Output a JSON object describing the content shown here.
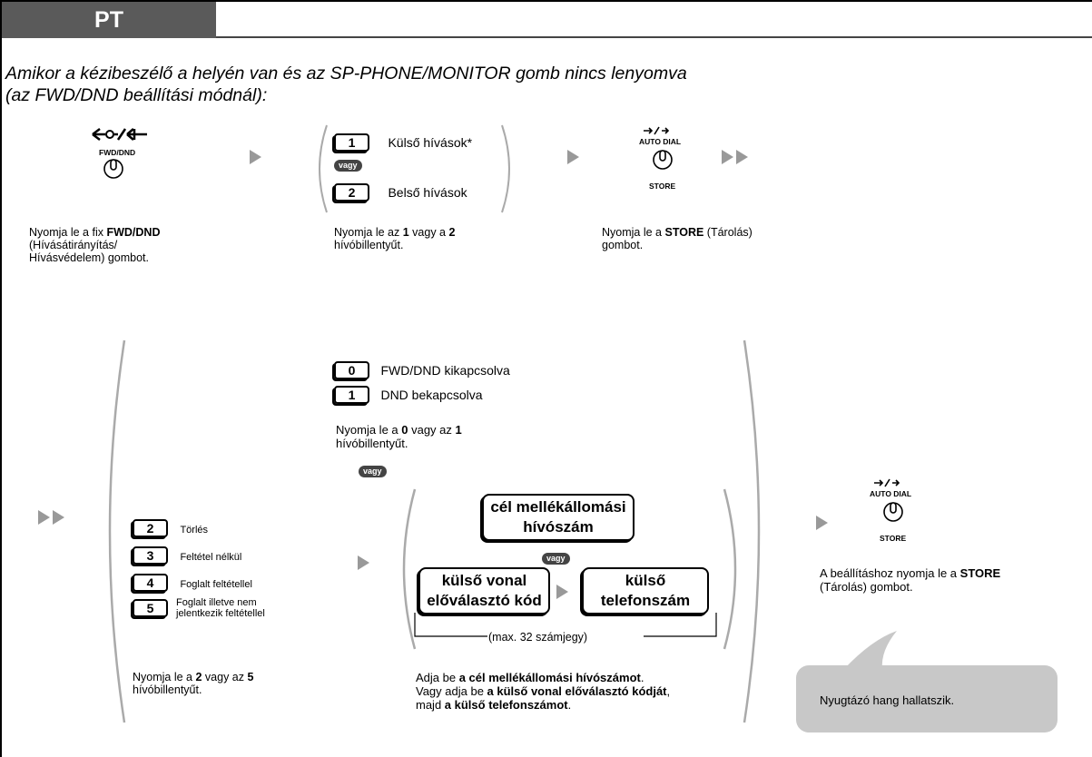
{
  "header": {
    "tab": "PT"
  },
  "intro": {
    "line1": "Amikor a kézibeszélő a helyén van és az SP-PHONE/MONITOR gomb nincs lenyomva",
    "line2": "(az FWD/DND beállítási módnál):"
  },
  "step1": {
    "button_label": "FWD/DND",
    "caption_pre": "Nyomja le a fix ",
    "caption_bold": "FWD/DND",
    "caption_line2": "(Hívásátirányítás/",
    "caption_line3": "Hívásvédelem) gombot."
  },
  "step2": {
    "key1": "1",
    "key1_label": "Külső hívások*",
    "or": "vagy",
    "key2": "2",
    "key2_label": "Belső hívások",
    "caption_pre": "Nyomja le az ",
    "caption_b1": "1",
    "caption_mid": " vagy a ",
    "caption_b2": "2",
    "caption_line2": "hívóbillentyűt."
  },
  "step3": {
    "button_top": "AUTO DIAL",
    "button_bottom": "STORE",
    "caption_pre": "Nyomja le a ",
    "caption_bold": "STORE",
    "caption_post": " (Tárolás)",
    "caption_line2": "gombot."
  },
  "step4": {
    "keys": [
      {
        "key": "2",
        "label": "Törlés"
      },
      {
        "key": "3",
        "label": "Feltétel nélkül"
      },
      {
        "key": "4",
        "label": "Foglalt feltétellel"
      },
      {
        "key": "5",
        "label": "Foglalt illetve nem",
        "label2": "jelentkezik feltétellel"
      }
    ],
    "caption_pre": "Nyomja le a ",
    "caption_b1": "2",
    "caption_mid": " vagy az ",
    "caption_b2": "5",
    "caption_line2": "hívóbillentyűt."
  },
  "step5": {
    "key0": "0",
    "key0_label": "FWD/DND kikapcsolva",
    "key1": "1",
    "key1_label": "DND bekapcsolva",
    "caption_pre": "Nyomja le a ",
    "caption_b1": "0",
    "caption_mid": " vagy az ",
    "caption_b2": "1",
    "caption_line2": "hívóbillentyűt.",
    "or1": "vagy",
    "box_dest_line1": "cél mellékállomási",
    "box_dest_line2": "hívószám",
    "or2": "vagy",
    "box_code_line1": "külső vonal",
    "box_code_line2": "előválasztó kód",
    "box_phone_line1": "külső",
    "box_phone_line2": "telefonszám",
    "max_note": "(max. 32 számjegy)",
    "cap_l1_pre": "Adja be ",
    "cap_l1_bold": "a cél mellékállomási hívószámot",
    "cap_l1_post": ".",
    "cap_l2_pre": "Vagy adja be ",
    "cap_l2_bold": "a külső vonal előválasztó kódját",
    "cap_l2_post": ",",
    "cap_l3_pre": "majd ",
    "cap_l3_bold": "a külső telefonszámot",
    "cap_l3_post": "."
  },
  "step6": {
    "button_top": "AUTO DIAL",
    "button_bottom": "STORE",
    "caption_pre": "A beállításhoz nyomja le a ",
    "caption_bold": "STORE",
    "caption_line2": "(Tárolás) gombot."
  },
  "tone": {
    "text": "Nyugtázó hang hallatszik."
  }
}
